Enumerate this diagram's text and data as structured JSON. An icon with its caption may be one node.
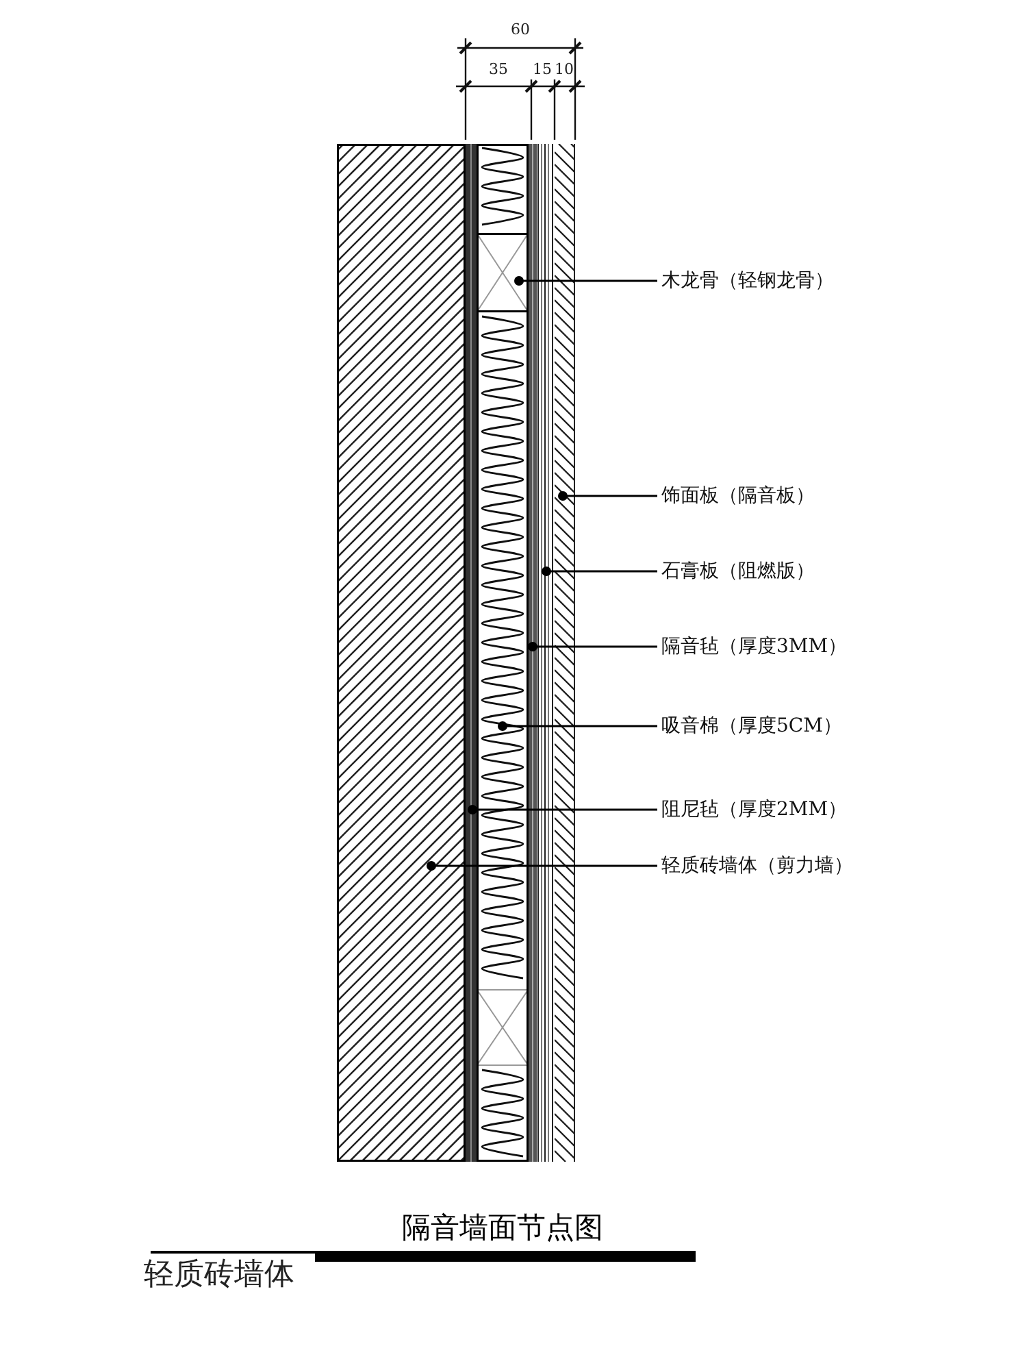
{
  "diagram": {
    "title": "隔音墙面节点图",
    "nodes": [
      {
        "text": [
          "木龙骨（轻钢龙骨）"
        ]
      },
      {
        "text": [
          "饰面板（隔音板）"
        ]
      },
      {
        "text": [
          "石膏板（阻燃版）"
        ]
      },
      {
        "text": [
          "隔音毡（厚度3MM）"
        ]
      },
      {
        "text": [
          "吸音棉（厚度5CM）"
        ]
      },
      {
        "text": [
          "阻尼毡（厚度2MM）"
        ]
      },
      {
        "text": [
          "轻质砖墙体（剪力墙）"
        ]
      },
      {
        "text": [],
        "shape": "box"
      },
      {
        "text": [],
        "shape": "bar"
      },
      {
        "text": [],
        "shape": "box"
      },
      {
        "text": [],
        "shape": "box",
        "in": 9
      },
      {
        "text": [],
        "shape": "bar"
      },
      {
        "text": [],
        "shape": "bar"
      },
      {
        "text": [],
        "shape": "bar"
      }
    ],
    "edges": [
      {
        "from": 0,
        "to": 10,
        "arrow": "other"
      },
      {
        "from": 1,
        "to": 13,
        "arrow": "other"
      },
      {
        "from": 2,
        "to": 12,
        "arrow": "other"
      },
      {
        "from": 3,
        "to": 11,
        "arrow": "other"
      },
      {
        "from": 4,
        "to": 9,
        "arrow": "other"
      },
      {
        "from": 5,
        "to": 8,
        "arrow": "other"
      },
      {
        "from": 6,
        "to": 7,
        "arrow": "other"
      }
    ],
    "labels": [
      "60",
      "35",
      "15",
      "10",
      "轻质砖墙体"
    ]
  }
}
